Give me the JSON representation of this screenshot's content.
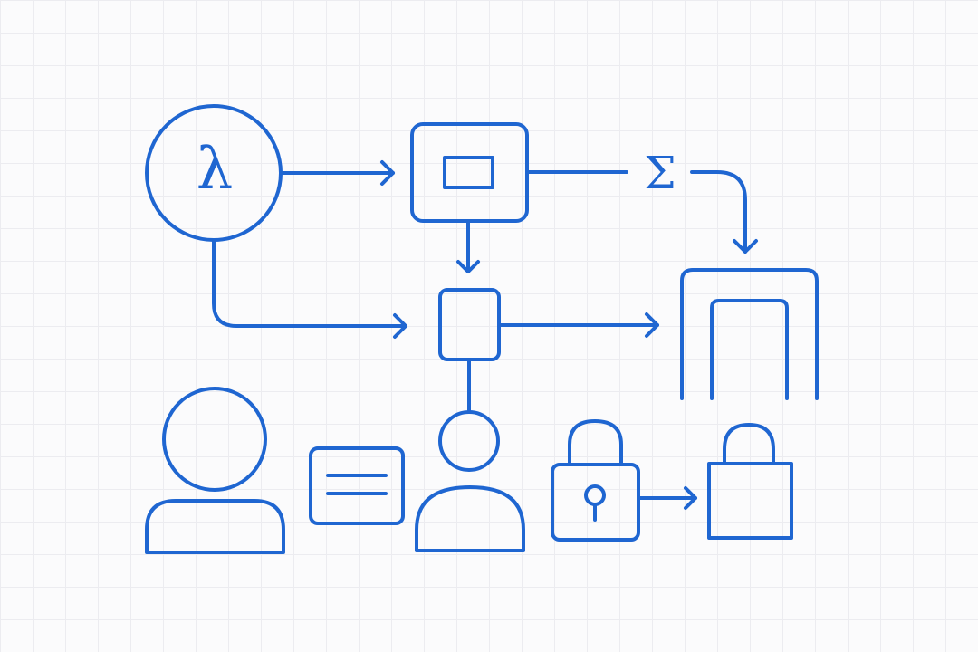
{
  "colors": {
    "stroke": "#1f66d1",
    "background": "#fbfbfc",
    "grid": "#ececf0"
  },
  "nodes": {
    "lambda": {
      "symbol": "λ",
      "icon": "lambda-icon"
    },
    "sum": {
      "symbol": "Σ",
      "icon": "sigma-icon"
    },
    "container": {
      "icon": "container-box-icon"
    },
    "square_node": {
      "icon": "square-node-icon"
    },
    "gate": {
      "icon": "gate-icon"
    },
    "user_left": {
      "icon": "user-icon"
    },
    "message_card": {
      "icon": "message-card-icon"
    },
    "user_center": {
      "icon": "user-icon"
    },
    "padlock_keyhole": {
      "icon": "padlock-keyhole-icon"
    },
    "padlock_locked": {
      "icon": "padlock-icon"
    }
  },
  "edges": [
    {
      "from": "lambda",
      "to": "container",
      "arrow": true
    },
    {
      "from": "container",
      "to": "sum",
      "arrow": false
    },
    {
      "from": "sum",
      "to": "gate",
      "arrow": true
    },
    {
      "from": "container",
      "to": "square_node",
      "arrow": true
    },
    {
      "from": "lambda",
      "to": "square_node",
      "arrow": true
    },
    {
      "from": "square_node",
      "to": "gate",
      "arrow": true
    },
    {
      "from": "square_node",
      "to": "user_center",
      "arrow": false
    },
    {
      "from": "padlock_keyhole",
      "to": "padlock_locked",
      "arrow": true
    }
  ]
}
